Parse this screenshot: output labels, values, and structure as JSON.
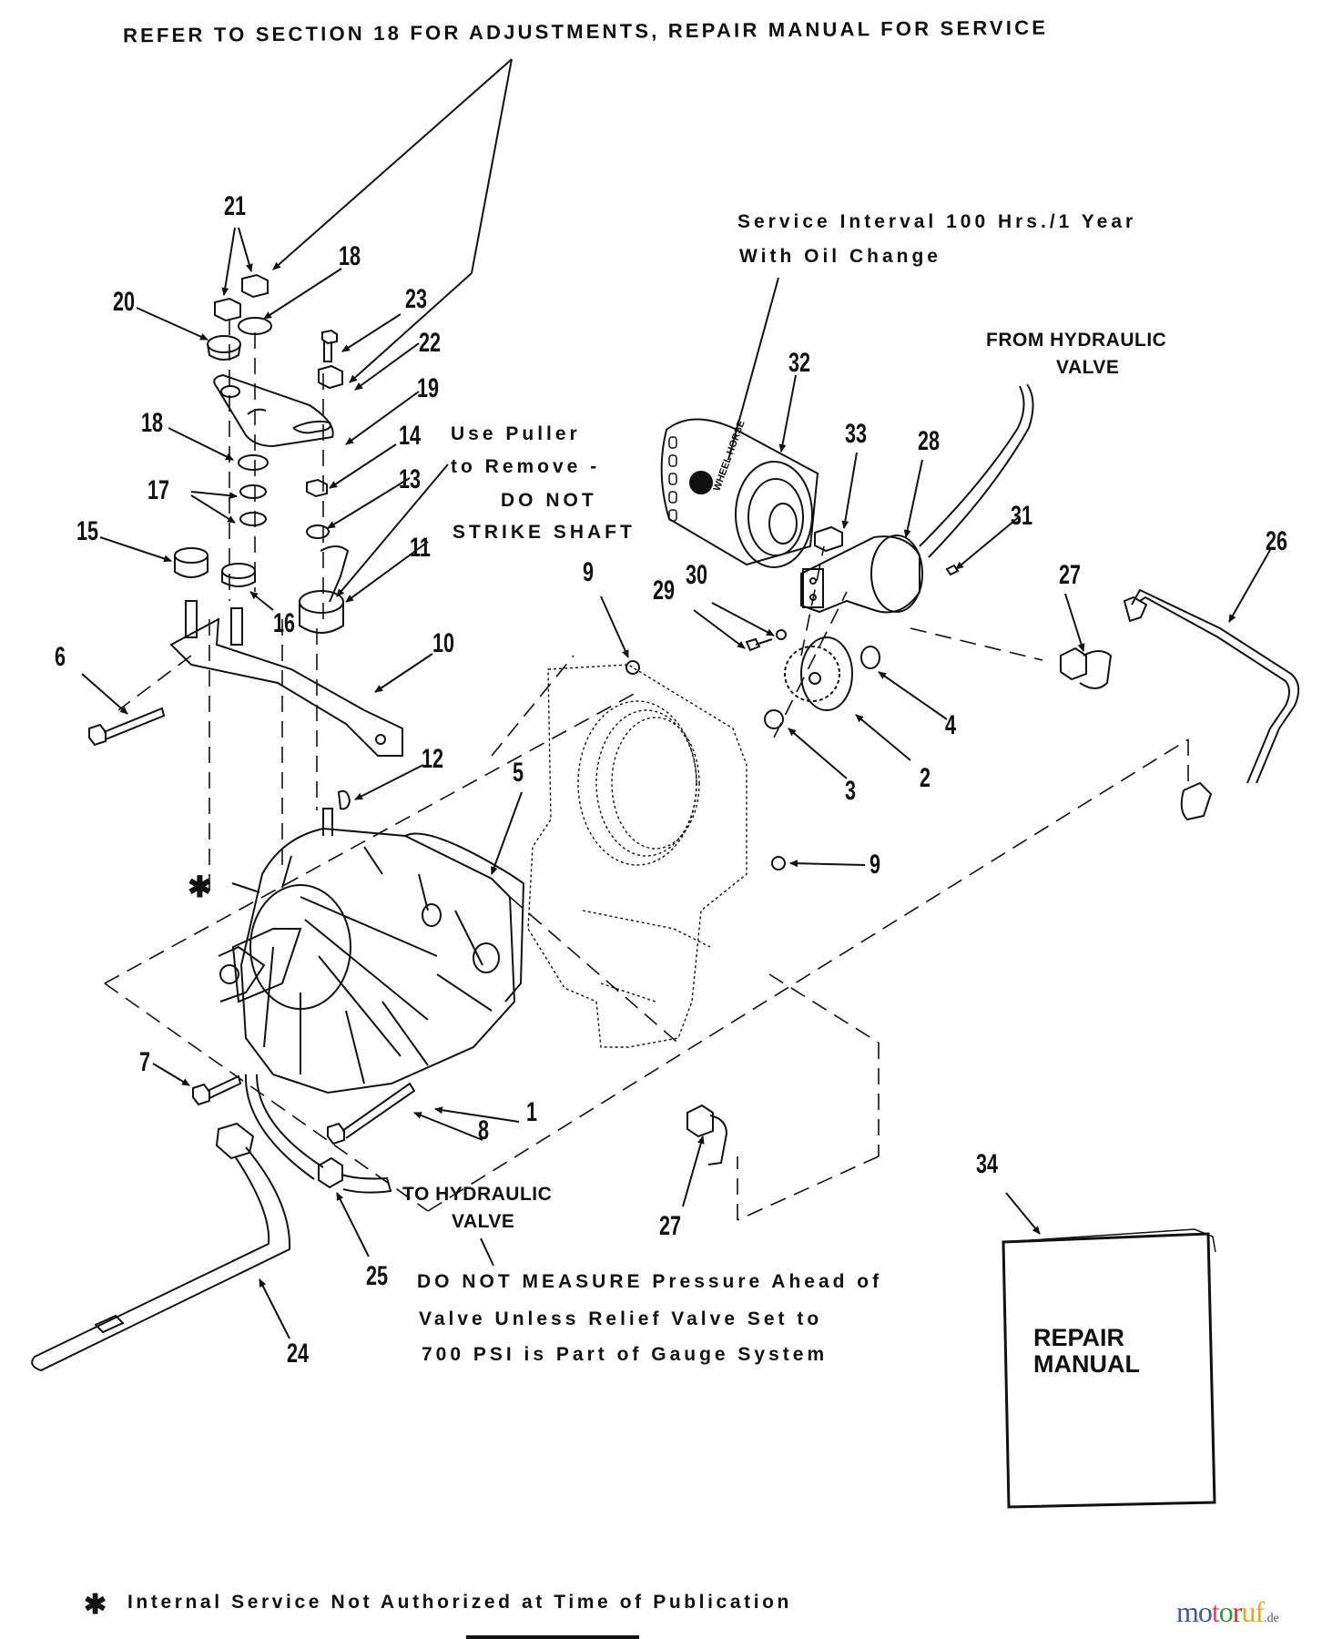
{
  "header": {
    "title": "REFER TO SECTION 18 FOR ADJUSTMENTS, REPAIR MANUAL FOR SERVICE"
  },
  "notes": {
    "service_interval_line1": "Service Interval 100 Hrs./1 Year",
    "service_interval_line2": "With Oil Change",
    "from_hydraulic_line1": "FROM HYDRAULIC",
    "from_hydraulic_line2": "VALVE",
    "puller_line1": "Use Puller",
    "puller_line2": "to Remove -",
    "puller_line3": "DO NOT",
    "puller_line4": "STRIKE SHAFT",
    "to_hydraulic_line1": "TO HYDRAULIC",
    "to_hydraulic_line2": "VALVE",
    "pressure_line1": "DO NOT MEASURE Pressure Ahead of",
    "pressure_line2": "Valve Unless Relief Valve Set to",
    "pressure_line3": "700 PSI is Part of Gauge System",
    "asterisk_marker": "✱"
  },
  "manual": {
    "line1": "REPAIR",
    "line2": "MANUAL"
  },
  "part_labels": {
    "p1": "1",
    "p2": "2",
    "p3": "3",
    "p4": "4",
    "p5": "5",
    "p6": "6",
    "p7": "7",
    "p8": "8",
    "p9a": "9",
    "p9b": "9",
    "p10": "10",
    "p11": "11",
    "p12": "12",
    "p13": "13",
    "p14": "14",
    "p15": "15",
    "p16": "16",
    "p17": "17",
    "p18a": "18",
    "p18b": "18",
    "p19": "19",
    "p20": "20",
    "p21": "21",
    "p22": "22",
    "p23": "23",
    "p24": "24",
    "p25": "25",
    "p26": "26",
    "p27a": "27",
    "p27b": "27",
    "p28": "28",
    "p29": "29",
    "p30": "30",
    "p31": "31",
    "p32": "32",
    "p33": "33",
    "p34": "34"
  },
  "filter_brand": "WHEEL HORSE",
  "footer": {
    "asterisk": "✱",
    "note": "Internal Service Not Authorized at Time of Publication"
  },
  "watermark": {
    "letters": [
      "m",
      "o",
      "t",
      "o",
      "r",
      "u",
      "f"
    ],
    "colors": [
      "#3b5ba5",
      "#3b5ba5",
      "#e0407a",
      "#2e9a3e",
      "#c0392b",
      "#e6a817",
      "#e6a817"
    ],
    "suffix": ".de"
  }
}
